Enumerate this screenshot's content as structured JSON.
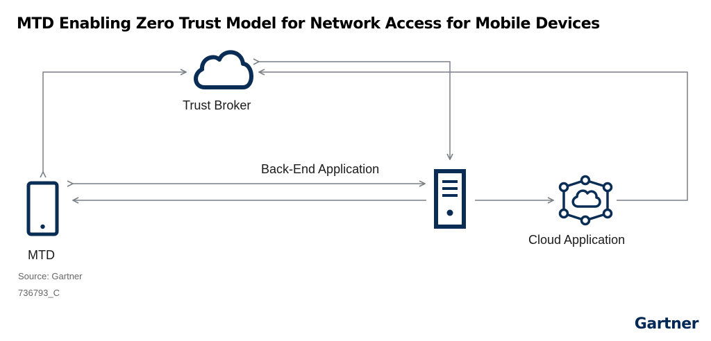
{
  "title": "MTD Enabling Zero Trust Model for Network Access for Mobile Devices",
  "nodes": {
    "trust_broker": {
      "label": "Trust Broker",
      "icon": "cloud-icon"
    },
    "mtd": {
      "label": "MTD",
      "icon": "mobile-device-icon"
    },
    "back_end": {
      "label": "Back-End Application",
      "icon": "server-icon"
    },
    "cloud_app": {
      "label": "Cloud Application",
      "icon": "cloud-network-icon"
    }
  },
  "footer": {
    "source": "Source: Gartner",
    "id": "736793_C",
    "brand": "Gartner"
  },
  "colors": {
    "icon": "#0a2d55",
    "connector": "#7a7f84",
    "brand": "#002856"
  }
}
